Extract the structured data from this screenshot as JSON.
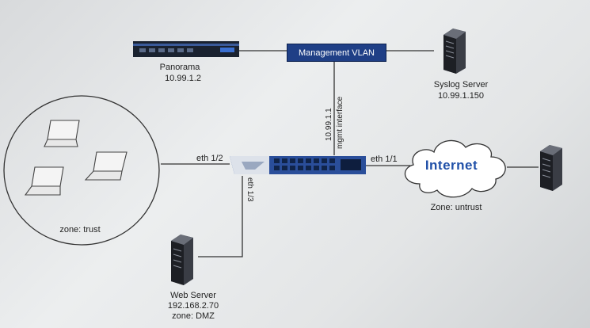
{
  "management_vlan": {
    "label": "Management VLAN"
  },
  "panorama": {
    "name": "Panorama",
    "ip": "10.99.1.2"
  },
  "syslog_server": {
    "name": "Syslog Server",
    "ip": "10.99.1.150"
  },
  "mgmt_interface": {
    "label": "mgmt interface",
    "ip": "10.99.1.1"
  },
  "interfaces": {
    "eth1_1": "eth 1/1",
    "eth1_2": "eth 1/2",
    "eth1_3": "eth 1/3"
  },
  "internet": {
    "label": "Internet",
    "zone": "Zone: untrust"
  },
  "trust_zone": {
    "label": "zone: trust"
  },
  "web_server": {
    "name": "Web Server",
    "ip": "192.168.2.70",
    "zone": "zone: DMZ"
  },
  "colors": {
    "vlan_box": "#1f3f86",
    "internet_text": "#2050a8",
    "firewall": "#2a4e9a"
  }
}
